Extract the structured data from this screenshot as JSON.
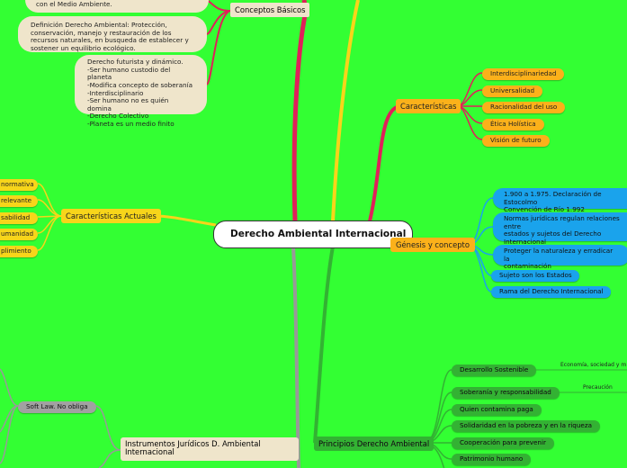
{
  "central": "Derecho Ambiental Internacional",
  "conceptos": {
    "title": "Conceptos Básicos",
    "notes": [
      "                                            ecológicas de una especie\ncon el Medio Ambiente.",
      "Definición Derecho Ambiental: Protección,\nconservación, manejo y restauración de los\nrecursos naturales, en busqueda de establecer y\nsostener un equilibrio ecológico.",
      "Derecho futurista y dinámico.\n-Ser humano custodio del planeta\n-Modifica concepto de soberanía\n-Interdisciplinario\n-Ser humano no es quién domina\n-Derecho Colectivo\n-Planeta es un medio finito"
    ]
  },
  "caracteristicas": {
    "title": "Características",
    "items": [
      "Interdisciplinariedad",
      "Universalidad",
      "Racionalidad del uso",
      "Ética Holística",
      "Visión de futuro"
    ]
  },
  "actuales": {
    "title": "Características Actuales",
    "items": [
      "normativa",
      "relevante",
      "sabilidad",
      "umanidad",
      "plimiento"
    ]
  },
  "genesis": {
    "title": "Génesis y concepto",
    "items": [
      "1.900 a 1.975. Declaración de Estocolmo\nConvención de Río 1.992",
      "Normas jurídicas regulan relaciones entre\nestados y sujetos del Derecho Internacional\npúblico",
      "Proteger la naturaleza y erradicar la\ncontaminación",
      "Sujeto son los Estados",
      "Rama del Derecho Internacional"
    ]
  },
  "principios": {
    "title": "Principios Derecho Ambiental",
    "items": [
      "Desarrollo Sostenible",
      "Soberanía y responsabilidad",
      "Quien contamina paga",
      "Solidaridad en la pobreza y en la riqueza",
      "Cooperación para prevenir",
      "Patrimonio humano"
    ],
    "edge_labels": [
      "Economía, sociedad y m",
      "Precaución"
    ]
  },
  "instrumentos": {
    "title": "Instrumentos Jurídicos D. Ambiental\nInternacional",
    "soft_law": "Soft Law. No obliga"
  },
  "colors": {
    "background": "#33ff33",
    "orange": "#fbb11a",
    "blue": "#1aa3ec",
    "yellow": "#f7d51a",
    "green": "#33b233",
    "grey": "#a1a1a1",
    "cream": "#efe5cb",
    "crimson_branch": "#e0205a"
  }
}
